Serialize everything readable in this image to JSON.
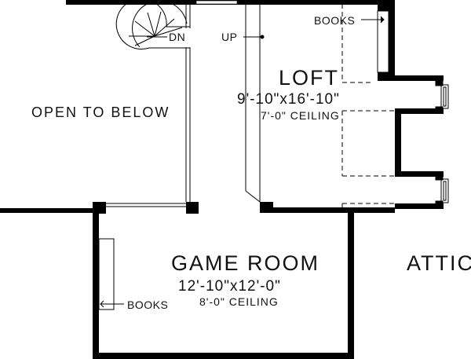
{
  "plan": {
    "type": "floor-plan",
    "colors": {
      "wall": "#000000",
      "background": "#ffffff",
      "text": "#111111"
    }
  },
  "rooms": {
    "loft": {
      "name": "LOFT",
      "dimensions": "9'-10\"x16'-10\"",
      "ceiling": "7'-0\" CEILING"
    },
    "game_room": {
      "name": "GAME ROOM",
      "dimensions": "12'-10\"x12'-0\"",
      "ceiling": "8'-0\" CEILING"
    },
    "attic": {
      "name": "ATTIC"
    },
    "open_to_below": {
      "name": "OPEN TO BELOW"
    }
  },
  "annotations": {
    "stair_down": "DN",
    "stair_up": "UP",
    "books_loft": "BOOKS",
    "books_game_room": "BOOKS"
  }
}
